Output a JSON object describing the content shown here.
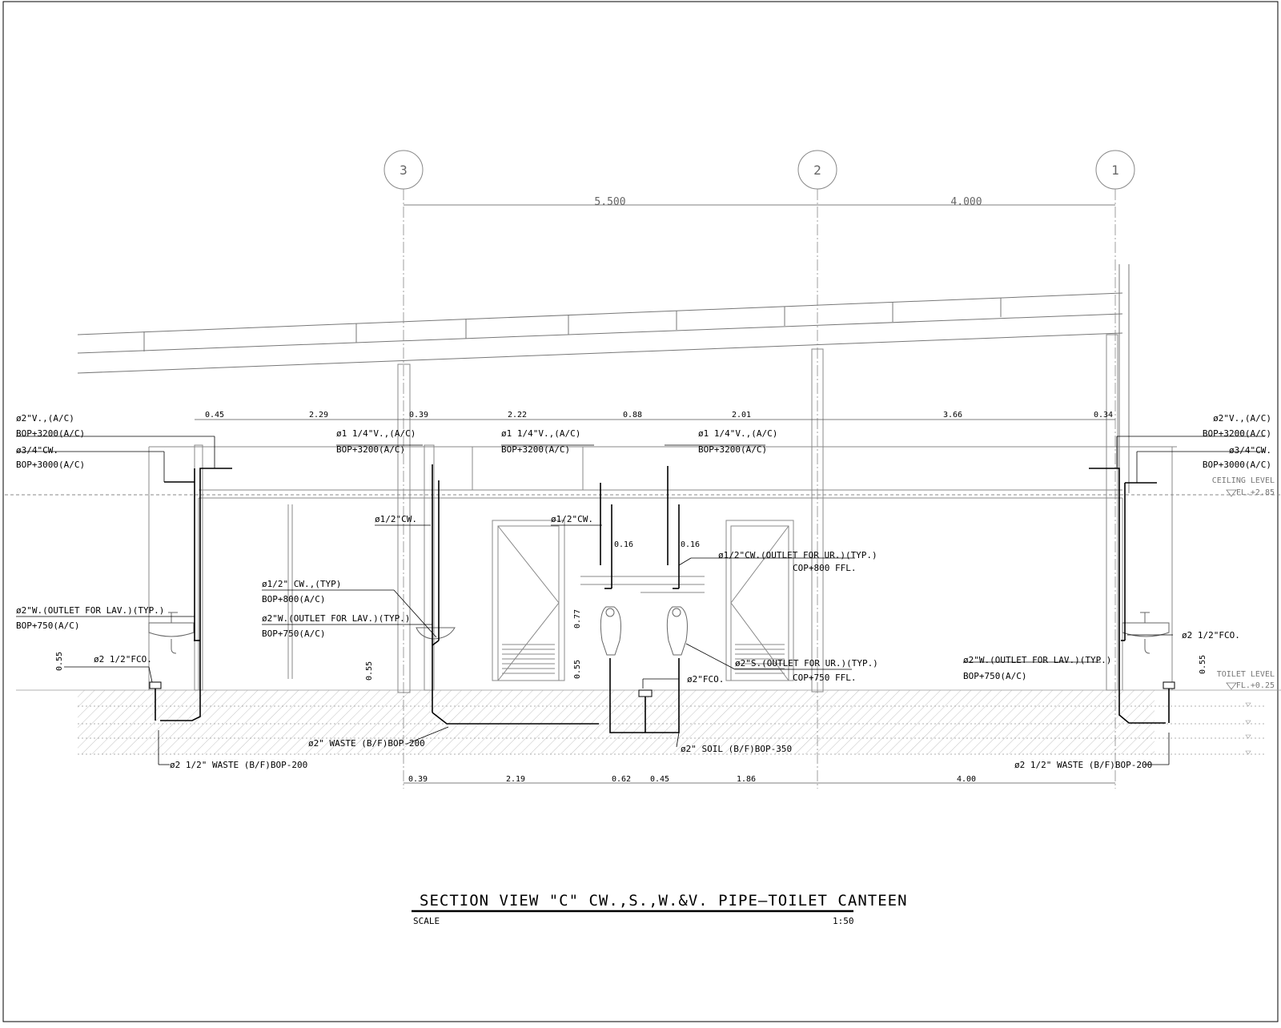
{
  "grid": [
    {
      "id": "g3",
      "label": "3"
    },
    {
      "id": "g2",
      "label": "2"
    },
    {
      "id": "g1",
      "label": "1"
    }
  ],
  "grid_spans": [
    "5.500",
    "4.000"
  ],
  "top_dims": [
    "0.45",
    "2.29",
    "0.39",
    "2.22",
    "0.88",
    "2.01",
    "3.66",
    "0.34"
  ],
  "bottom_dims": [
    "0.39",
    "2.19",
    "0.62",
    "0.45",
    "1.86",
    "4.00"
  ],
  "vertical_dims": [
    "0.55",
    "0.55",
    "0.77",
    "0.55",
    "0.55"
  ],
  "small_dims": [
    "0.16",
    "0.16"
  ],
  "labels": [
    {
      "id": "lbl-left-vent-a",
      "text": "ø2\"V.,(A/C)"
    },
    {
      "id": "lbl-left-vent-b",
      "text": "BOP+3200(A/C)"
    },
    {
      "id": "lbl-left-cw-a",
      "text": "ø3/4\"CW."
    },
    {
      "id": "lbl-left-cw-b",
      "text": "BOP+3000(A/C)"
    },
    {
      "id": "lbl-lav-left-a",
      "text": "ø2\"W.(OUTLET FOR LAV.)(TYP.)"
    },
    {
      "id": "lbl-lav-left-b",
      "text": "BOP+750(A/C)"
    },
    {
      "id": "lbl-fco-left",
      "text": "ø2 1/2\"FCO."
    },
    {
      "id": "lbl-waste-left",
      "text": "ø2 1/2\" WASTE (B/F)BOP-200"
    },
    {
      "id": "lbl-v1-a",
      "text": "ø1 1/4\"V.,(A/C)"
    },
    {
      "id": "lbl-v1-b",
      "text": "BOP+3200(A/C)"
    },
    {
      "id": "lbl-cw1",
      "text": "ø1/2\"CW."
    },
    {
      "id": "lbl-cw-typ-a",
      "text": "ø1/2\" CW.,(TYP)"
    },
    {
      "id": "lbl-cw-typ-b",
      "text": "BOP+800(A/C)"
    },
    {
      "id": "lbl-lav-mid-a",
      "text": "ø2\"W.(OUTLET FOR LAV.)(TYP.)"
    },
    {
      "id": "lbl-lav-mid-b",
      "text": "BOP+750(A/C)"
    },
    {
      "id": "lbl-waste-mid",
      "text": "ø2\" WASTE (B/F)BOP-200"
    },
    {
      "id": "lbl-v2-a",
      "text": "ø1 1/4\"V.,(A/C)"
    },
    {
      "id": "lbl-v2-b",
      "text": "BOP+3200(A/C)"
    },
    {
      "id": "lbl-cw2",
      "text": "ø1/2\"CW."
    },
    {
      "id": "lbl-v3-a",
      "text": "ø1 1/4\"V.,(A/C)"
    },
    {
      "id": "lbl-v3-b",
      "text": "BOP+3200(A/C)"
    },
    {
      "id": "lbl-ur-cw-a",
      "text": "ø1/2\"CW.(OUTLET FOR UR.)(TYP.)"
    },
    {
      "id": "lbl-ur-cw-b",
      "text": "COP+800 FFL."
    },
    {
      "id": "lbl-fco-mid",
      "text": "ø2\"FCO."
    },
    {
      "id": "lbl-ur-s-a",
      "text": "ø2\"S.(OUTLET FOR UR.)(TYP.)"
    },
    {
      "id": "lbl-ur-s-b",
      "text": "COP+750 FFL."
    },
    {
      "id": "lbl-soil",
      "text": "ø2\" SOIL (B/F)BOP-350"
    },
    {
      "id": "lbl-lav-right-a",
      "text": "ø2\"W.(OUTLET FOR LAV.)(TYP.)"
    },
    {
      "id": "lbl-lav-right-b",
      "text": "BOP+750(A/C)"
    },
    {
      "id": "lbl-fco-right",
      "text": "ø2 1/2\"FCO."
    },
    {
      "id": "lbl-waste-right",
      "text": "ø2 1/2\" WASTE (B/F)BOP-200"
    },
    {
      "id": "lbl-right-vent-a",
      "text": "ø2\"V.,(A/C)"
    },
    {
      "id": "lbl-right-vent-b",
      "text": "BOP+3200(A/C)"
    },
    {
      "id": "lbl-right-cw-a",
      "text": "ø3/4\"CW."
    },
    {
      "id": "lbl-right-cw-b",
      "text": "BOP+3000(A/C)"
    }
  ],
  "levels": {
    "ceiling_label": "CEILING LEVEL",
    "ceiling_value": "FL.+2.85",
    "toilet_label": "TOILET LEVEL",
    "toilet_value": "FL.+0.25"
  },
  "title": {
    "text": "SECTION VIEW \"C\" CW.,S.,W.&V. PIPE–TOILET CANTEEN",
    "scale_label": "SCALE",
    "scale_value": "1:50"
  }
}
